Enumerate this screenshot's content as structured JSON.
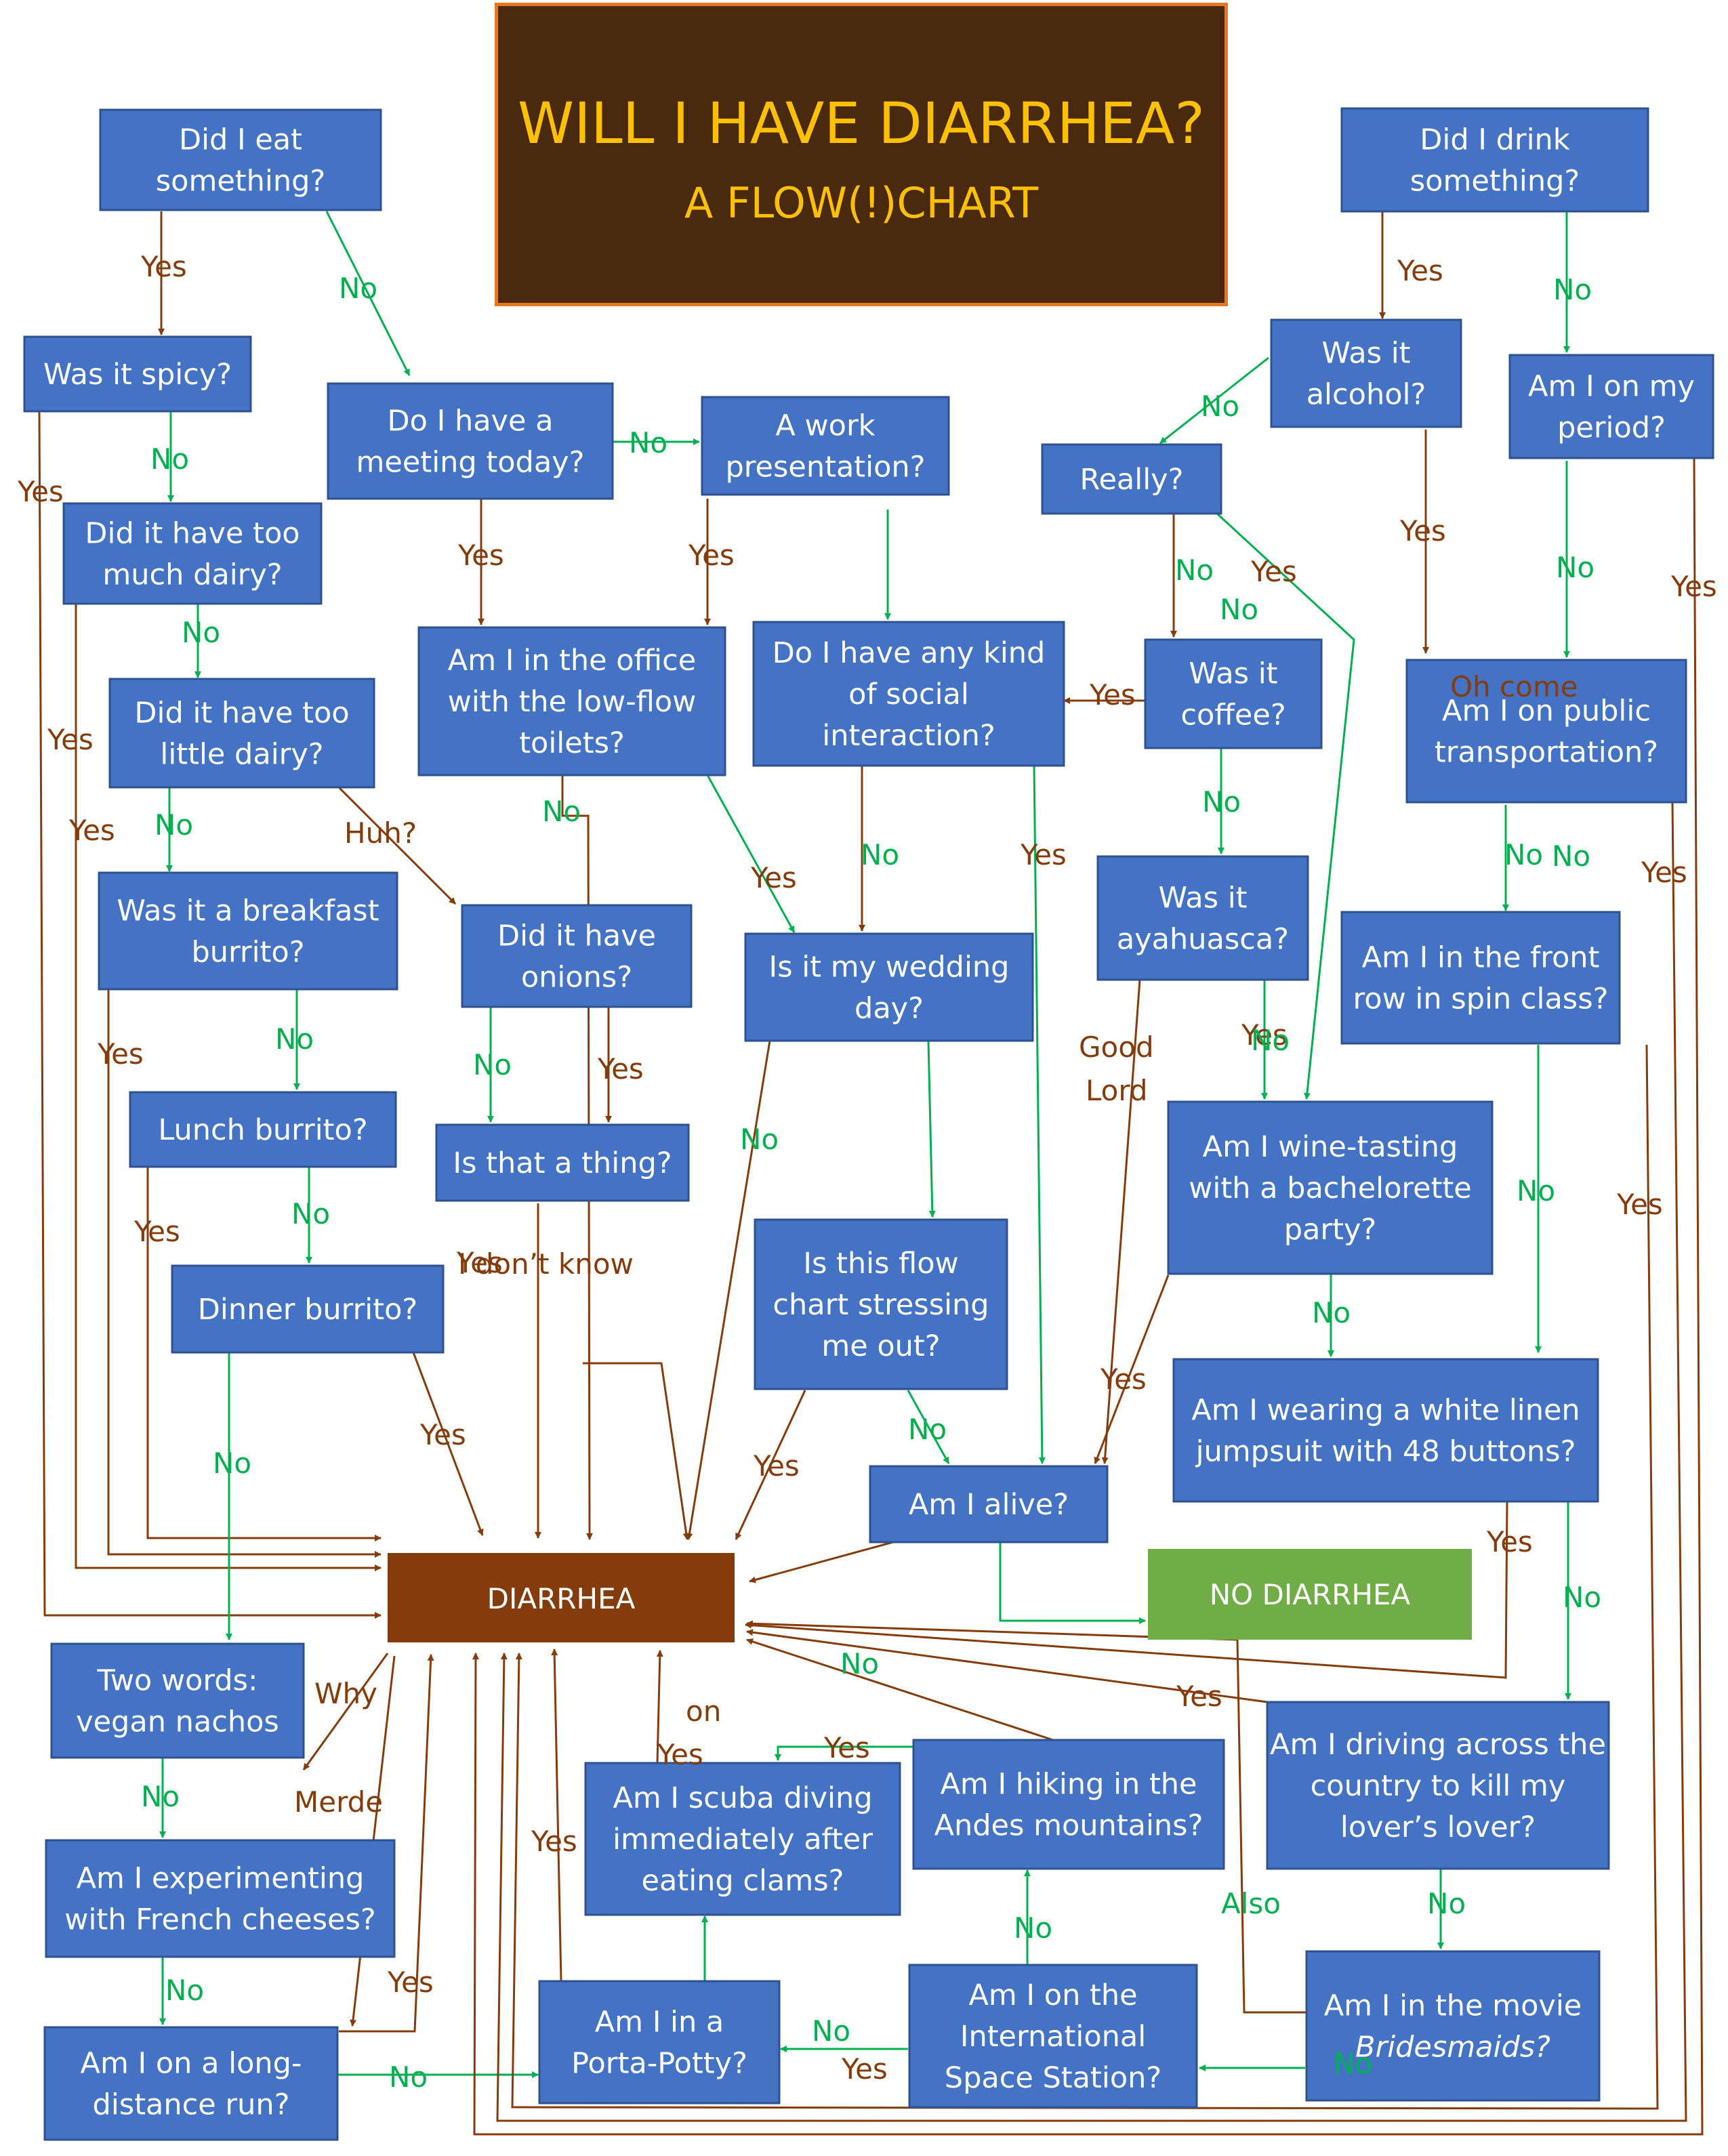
{
  "title": {
    "main": "WILL I HAVE DIARRHEA?",
    "sub": "A FLOW(!)CHART"
  },
  "colors": {
    "node": "#4472c4",
    "node_border": "#2f528f",
    "yes": "#843c0c",
    "no": "#00b050",
    "diarrhea": "#843c0c",
    "no_diarrhea": "#70ad47",
    "title_bg": "#4a2a0f",
    "title_border": "#e87722",
    "title_text": "#ffc000"
  },
  "nodes": [
    {
      "id": "eat",
      "lines": [
        "Did I eat",
        "something?"
      ]
    },
    {
      "id": "spicy",
      "lines": [
        "Was it spicy?"
      ]
    },
    {
      "id": "toomuch",
      "lines": [
        "Did it have too",
        "much dairy?"
      ]
    },
    {
      "id": "toolittle",
      "lines": [
        "Did it have too",
        "little dairy?"
      ]
    },
    {
      "id": "breakfast",
      "lines": [
        "Was it a breakfast",
        "burrito?"
      ]
    },
    {
      "id": "lunch",
      "lines": [
        "Lunch burrito?"
      ]
    },
    {
      "id": "dinner",
      "lines": [
        "Dinner burrito?"
      ]
    },
    {
      "id": "vegan",
      "lines": [
        "Two words:",
        "vegan nachos"
      ]
    },
    {
      "id": "french",
      "lines": [
        "Am I experimenting",
        "with French cheeses?"
      ]
    },
    {
      "id": "run",
      "lines": [
        "Am I on a long-",
        "distance run?"
      ]
    },
    {
      "id": "meeting",
      "lines": [
        "Do I have a",
        "meeting today?"
      ]
    },
    {
      "id": "work",
      "lines": [
        "A work",
        "presentation?"
      ]
    },
    {
      "id": "office",
      "lines": [
        "Am I in the office",
        "with the low-flow",
        "toilets?"
      ]
    },
    {
      "id": "onions",
      "lines": [
        "Did it have",
        "onions?"
      ]
    },
    {
      "id": "thing",
      "lines": [
        "Is that a thing?"
      ]
    },
    {
      "id": "social",
      "lines": [
        "Do I have any kind",
        "of social",
        "interaction?"
      ]
    },
    {
      "id": "wedding",
      "lines": [
        "Is it my wedding",
        "day?"
      ]
    },
    {
      "id": "stress",
      "lines": [
        "Is this flow",
        "chart stressing",
        "me out?"
      ]
    },
    {
      "id": "alive",
      "lines": [
        "Am I alive?"
      ]
    },
    {
      "id": "drink",
      "lines": [
        "Did I drink",
        "something?"
      ]
    },
    {
      "id": "alcohol",
      "lines": [
        "Was it",
        "alcohol?"
      ]
    },
    {
      "id": "really",
      "lines": [
        "Really?"
      ]
    },
    {
      "id": "coffee",
      "lines": [
        "Was it",
        "coffee?"
      ]
    },
    {
      "id": "ayahuasca",
      "lines": [
        "Was it",
        "ayahuasca?"
      ]
    },
    {
      "id": "wine",
      "lines": [
        "Am I wine-tasting",
        "with a bachelorette",
        "party?"
      ]
    },
    {
      "id": "linen",
      "lines": [
        "Am I wearing a white linen",
        "jumpsuit with 48 buttons?"
      ]
    },
    {
      "id": "period",
      "lines": [
        "Am I on my",
        "period?"
      ]
    },
    {
      "id": "transport",
      "lines": [
        "Am I on public",
        "transportation?"
      ]
    },
    {
      "id": "spin",
      "lines": [
        "Am I in the front",
        "row in spin class?"
      ]
    },
    {
      "id": "driving",
      "lines": [
        "Am I driving across the",
        "country to kill my",
        "lover’s lover?"
      ]
    },
    {
      "id": "bridesmaids",
      "lines": [
        "Am I in the movie",
        "Bridesmaids?"
      ]
    },
    {
      "id": "iss",
      "lines": [
        "Am I on the",
        "International",
        "Space Station?"
      ]
    },
    {
      "id": "andes",
      "lines": [
        "Am I hiking in the",
        "Andes mountains?"
      ]
    },
    {
      "id": "scuba",
      "lines": [
        "Am I scuba diving",
        "immediately after",
        "eating clams?"
      ]
    },
    {
      "id": "porta",
      "lines": [
        "Am I in a",
        "Porta-Potty?"
      ]
    }
  ],
  "terminals": {
    "diarrhea": "DIARRHEA",
    "no_diarrhea": "NO DIARRHEA"
  },
  "labels": [
    {
      "text": "Yes",
      "kind": "yes"
    },
    {
      "text": "No",
      "kind": "no"
    },
    {
      "text": "Yes",
      "kind": "yes"
    },
    {
      "text": "No",
      "kind": "no"
    },
    {
      "text": "Yes",
      "kind": "yes"
    },
    {
      "text": "No",
      "kind": "no"
    },
    {
      "text": "Yes",
      "kind": "yes"
    },
    {
      "text": "No",
      "kind": "no"
    },
    {
      "text": "Huh?",
      "kind": "yes"
    },
    {
      "text": "Yes",
      "kind": "yes"
    },
    {
      "text": "No",
      "kind": "no"
    },
    {
      "text": "Yes",
      "kind": "yes"
    },
    {
      "text": "No",
      "kind": "no"
    },
    {
      "text": "Yes",
      "kind": "yes"
    },
    {
      "text": "No",
      "kind": "no"
    },
    {
      "text": "Why",
      "kind": "yes"
    },
    {
      "text": "No",
      "kind": "no"
    },
    {
      "text": "Merde",
      "kind": "yes"
    },
    {
      "text": "No",
      "kind": "no"
    },
    {
      "text": "Yes",
      "kind": "yes"
    },
    {
      "text": "No",
      "kind": "no"
    },
    {
      "text": "No",
      "kind": "no"
    },
    {
      "text": "Yes",
      "kind": "yes"
    },
    {
      "text": "Yes",
      "kind": "yes"
    },
    {
      "text": "No",
      "kind": "no"
    },
    {
      "text": "Yes",
      "kind": "yes"
    },
    {
      "text": "No",
      "kind": "no"
    },
    {
      "text": "Yes",
      "kind": "yes"
    },
    {
      "text": "No",
      "kind": "no"
    },
    {
      "text": "Yes",
      "kind": "yes"
    },
    {
      "text": "I don’t know",
      "kind": "yes"
    },
    {
      "text": "Yes",
      "kind": "yes"
    },
    {
      "text": "No",
      "kind": "no"
    },
    {
      "text": "Yes",
      "kind": "yes"
    },
    {
      "text": "No",
      "kind": "no"
    },
    {
      "text": "Yes",
      "kind": "yes"
    },
    {
      "text": "No",
      "kind": "no"
    },
    {
      "text": "Yes",
      "kind": "yes"
    },
    {
      "text": "No",
      "kind": "no"
    },
    {
      "text": "No",
      "kind": "no"
    },
    {
      "text": "Yes",
      "kind": "yes"
    },
    {
      "text": "No",
      "kind": "no"
    },
    {
      "text": "Yes",
      "kind": "yes"
    },
    {
      "text": "No",
      "kind": "no"
    },
    {
      "text": "Good",
      "kind": "yes"
    },
    {
      "text": "Lord",
      "kind": "yes"
    },
    {
      "text": "No",
      "kind": "no"
    },
    {
      "text": "Yes",
      "kind": "yes"
    },
    {
      "text": "No",
      "kind": "no"
    },
    {
      "text": "Yes",
      "kind": "yes"
    },
    {
      "text": "No",
      "kind": "no"
    },
    {
      "text": "Yes",
      "kind": "yes"
    },
    {
      "text": "No",
      "kind": "no"
    },
    {
      "text": "Yes",
      "kind": "yes"
    },
    {
      "text": "No",
      "kind": "no"
    },
    {
      "text": "Yes",
      "kind": "yes"
    },
    {
      "text": "No",
      "kind": "no"
    },
    {
      "text": "Yes",
      "kind": "yes"
    },
    {
      "text": "No",
      "kind": "no"
    },
    {
      "text": "Yes",
      "kind": "yes"
    },
    {
      "text": "No",
      "kind": "no"
    },
    {
      "text": "Also",
      "kind": "no"
    },
    {
      "text": "No",
      "kind": "no"
    },
    {
      "text": "No",
      "kind": "no"
    },
    {
      "text": "Yes",
      "kind": "yes"
    },
    {
      "text": "No",
      "kind": "no"
    },
    {
      "text": "Oh come",
      "kind": "yes"
    },
    {
      "text": "on",
      "kind": "yes"
    },
    {
      "text": "Yes",
      "kind": "yes"
    },
    {
      "text": "No",
      "kind": "no"
    },
    {
      "text": "Yes",
      "kind": "yes"
    },
    {
      "text": "Yes",
      "kind": "yes"
    }
  ]
}
